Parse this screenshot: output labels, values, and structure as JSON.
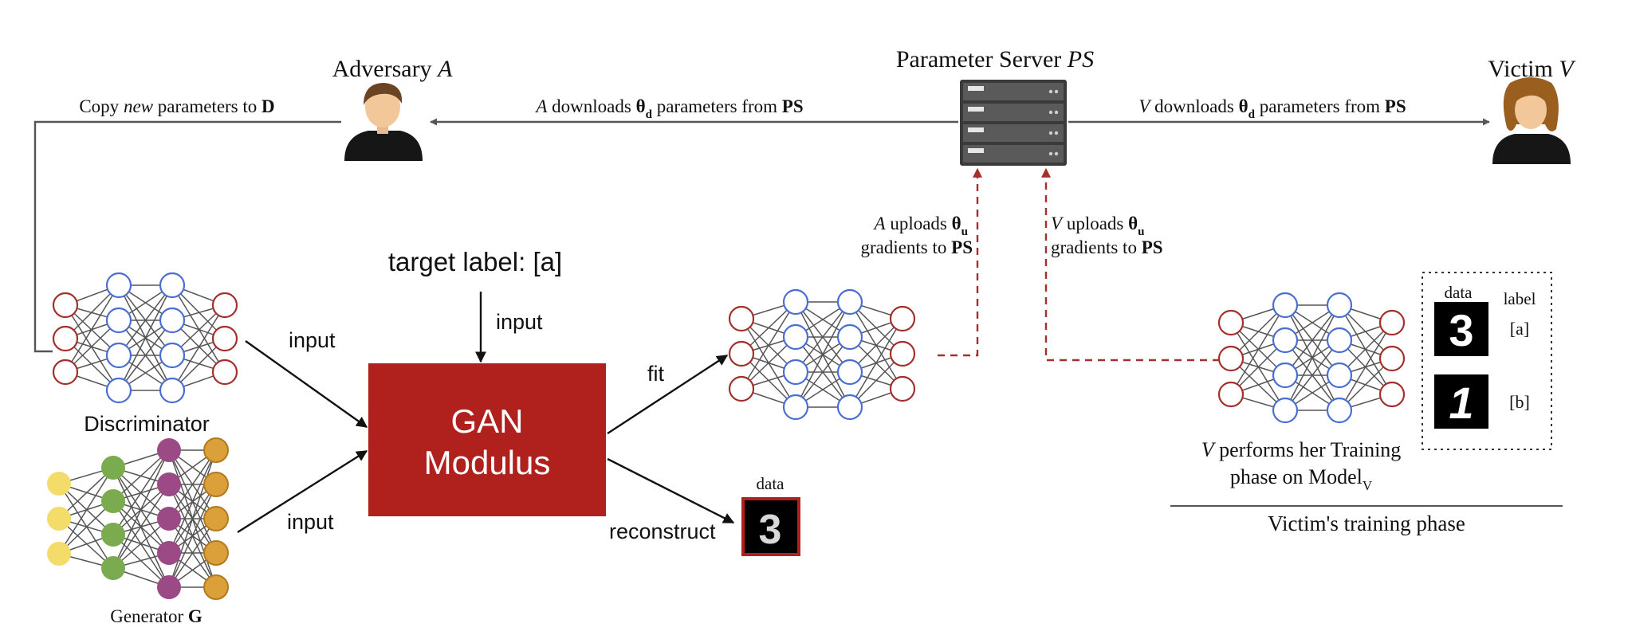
{
  "actors": {
    "adversary": {
      "label": "Adversary ",
      "symbol": "A",
      "icon": "person-male-icon"
    },
    "victim": {
      "label": "Victim ",
      "symbol": "V",
      "icon": "person-female-icon"
    },
    "server": {
      "label": "Parameter Server ",
      "symbol": "PS",
      "icon": "server-rack-icon"
    }
  },
  "arrows": {
    "copy": {
      "pre": "Copy ",
      "em": "new",
      "mid": " parameters to ",
      "bold": "D"
    },
    "adv_download": {
      "sym": "A",
      "pre": " downloads ",
      "theta": "θ",
      "sub": "d",
      "mid": " parameters from ",
      "bold": "PS"
    },
    "vic_download": {
      "sym": "V",
      "pre": " downloads ",
      "theta": "θ",
      "sub": "d",
      "mid": " parameters from ",
      "bold": "PS"
    },
    "adv_upload": {
      "sym": "A",
      "pre": " uploads ",
      "theta": "θ",
      "sub": "u",
      "line2": "gradients to ",
      "bold": "PS"
    },
    "vic_upload": {
      "sym": "V",
      "pre": " uploads ",
      "theta": "θ",
      "sub": "u",
      "line2": "gradients to ",
      "bold": "PS"
    }
  },
  "gan": {
    "line1": "GAN",
    "line2": "Modulus",
    "color": "#b0201c",
    "target_label": "target label: [a]",
    "input_top": "input",
    "input_disc": "input",
    "input_gen": "input",
    "fit": "fit",
    "reconstruct": "reconstruct",
    "data_label": "data",
    "reconstructed_digit": "3"
  },
  "networks": {
    "discriminator": {
      "label": "Discriminator"
    },
    "generator": {
      "label": "Generator ",
      "bold": "G"
    }
  },
  "victim_training": {
    "caption_sym": "V",
    "caption_rest": " performs her Training",
    "caption_line2": "phase on Model",
    "caption_sub": "V",
    "section_title": "Victim's training phase",
    "table": {
      "data_header": "data",
      "label_header": "label",
      "rows": [
        {
          "digit": "3",
          "label": "[a]"
        },
        {
          "digit": "1",
          "label": "[b]"
        }
      ]
    }
  },
  "colors": {
    "output_red": "#a3302a",
    "hidden_blue": "#4a6fd4",
    "gen_yellow": "#f3dc6a",
    "gen_green": "#7aab4e",
    "gen_purple": "#9b4a85",
    "gen_orange": "#dba03a",
    "dashed_link": "#a3302a"
  }
}
